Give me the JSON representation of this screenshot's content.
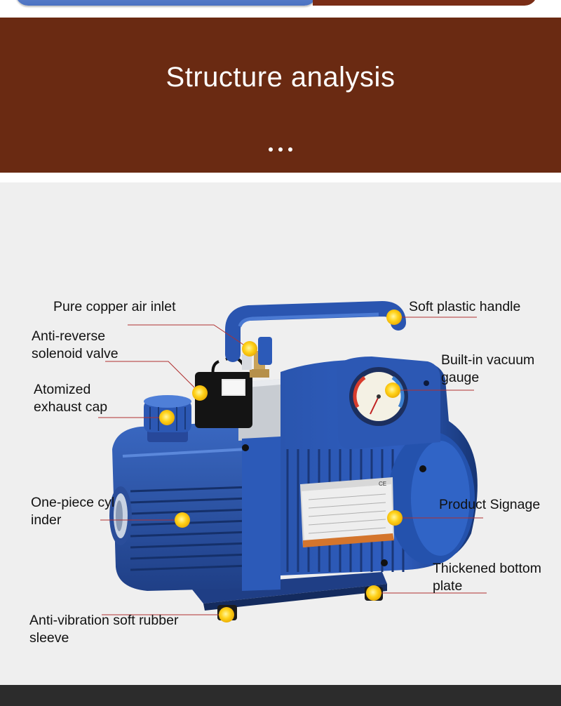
{
  "banner": {
    "title": "Structure analysis"
  },
  "annotations": {
    "air_inlet": "Pure copper air inlet",
    "handle": "Soft plastic handle",
    "solenoid_line1": "Anti-reverse",
    "solenoid_line2": "solenoid valve",
    "gauge_line1": "Built-in vacuum",
    "gauge_line2": "gauge",
    "exhaust_line1": "Atomized",
    "exhaust_line2": "exhaust cap",
    "cylinder_line1": "One-piece cyl",
    "cylinder_line2": "inder",
    "signage": "Product Signage",
    "plate_line1": "Thickened bottom",
    "plate_line2": "plate",
    "sleeve_line1": "Anti-vibration soft rubber",
    "sleeve_line2": "sleeve"
  },
  "nameplate": {
    "mark": "CE"
  },
  "colors": {
    "banner": "#6a2a12",
    "panel": "#efefef",
    "pump_blue": "#2a55a8",
    "marker": "#ffd21a",
    "leader": "#b03030"
  }
}
